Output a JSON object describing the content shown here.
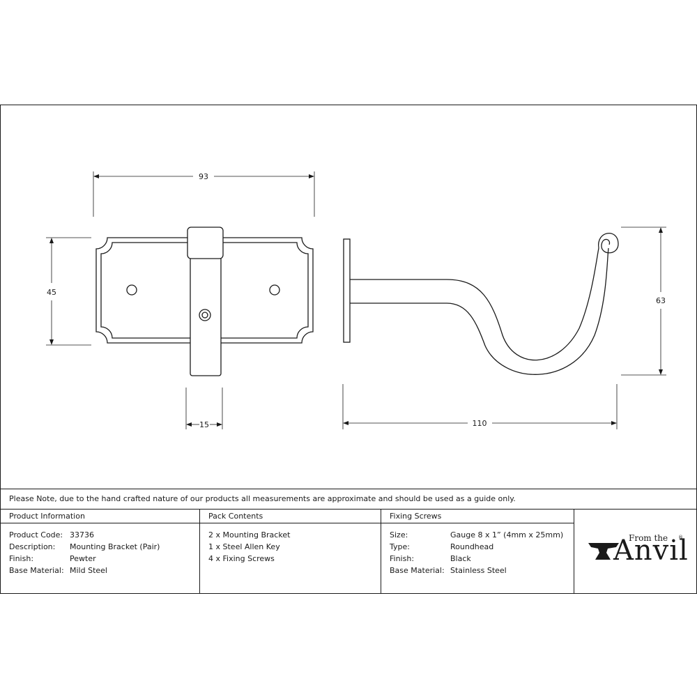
{
  "dimensions": {
    "width_plate": "93",
    "height_plate": "45",
    "width_clip": "15",
    "projection": "110",
    "height_hook": "63"
  },
  "note": "Please Note, due to the hand crafted nature of our products all measurements are approximate and should be used as a guide only.",
  "product_information": {
    "heading": "Product Information",
    "rows": [
      {
        "key": "Product Code:",
        "value": "33736"
      },
      {
        "key": "Description:",
        "value": "Mounting Bracket (Pair)"
      },
      {
        "key": "Finish:",
        "value": "Pewter"
      },
      {
        "key": "Base Material:",
        "value": "Mild Steel"
      }
    ]
  },
  "pack_contents": {
    "heading": "Pack Contents",
    "items": [
      "2 x Mounting Bracket",
      "1 x Steel Allen Key",
      "4 x Fixing Screws"
    ]
  },
  "fixing_screws": {
    "heading": "Fixing Screws",
    "rows": [
      {
        "key": "Size:",
        "value": "Gauge 8 x 1” (4mm x 25mm)"
      },
      {
        "key": "Type:",
        "value": "Roundhead"
      },
      {
        "key": "Finish:",
        "value": "Black"
      },
      {
        "key": "Base Material:",
        "value": "Stainless Steel"
      }
    ]
  },
  "logo": {
    "small": "From the",
    "main": "Anvil",
    "reg": "®"
  }
}
